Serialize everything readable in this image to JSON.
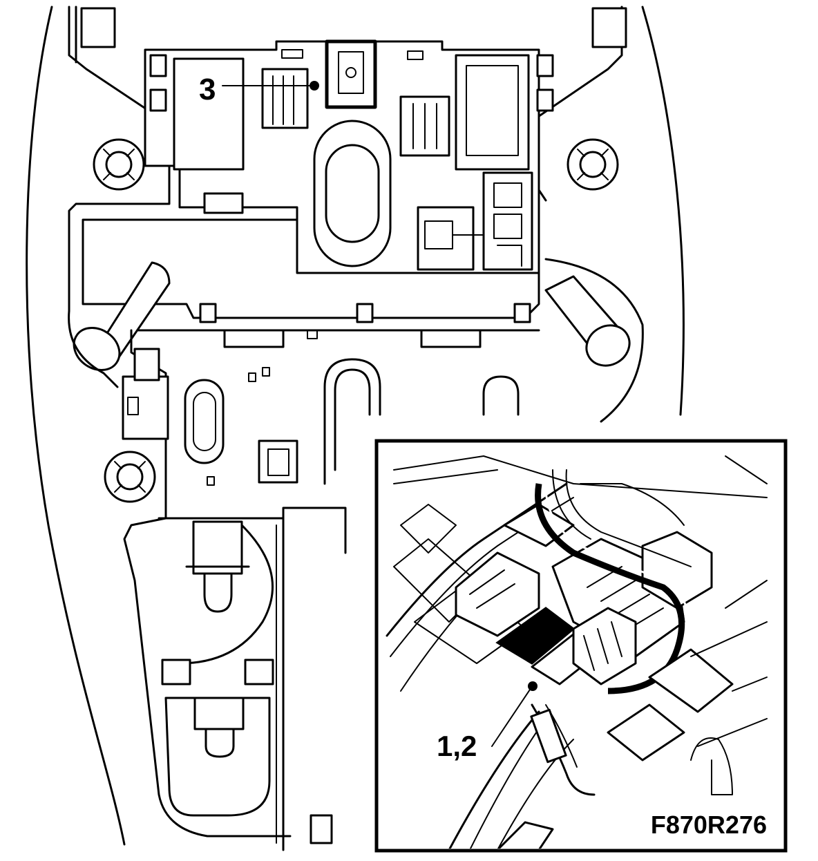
{
  "callouts": {
    "label_3": "3",
    "label_1_2": "1,2"
  },
  "figure_code": "F870R276"
}
